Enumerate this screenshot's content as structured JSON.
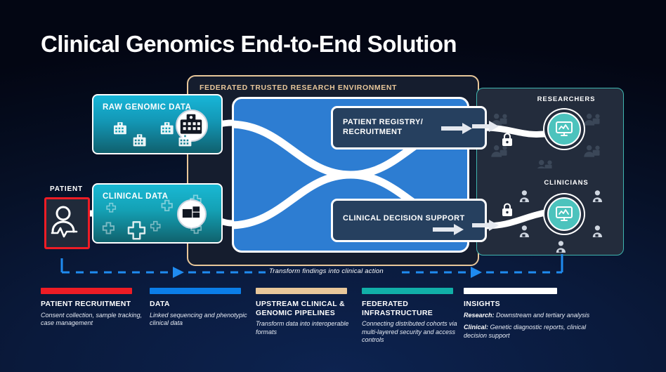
{
  "title": "Clinical Genomics End-to-End Solution",
  "colors": {
    "background": "#0a1a3c",
    "accent_red": "#ee1c25",
    "accent_blue": "#0b7ee8",
    "accent_tan": "#e8c79a",
    "accent_teal": "#11afa8",
    "accent_white": "#ffffff",
    "pipeline_blue": "#2d7dd2",
    "source_teal": "#18b6d8",
    "process_navy": "#26405f"
  },
  "patient": {
    "label": "PATIENT",
    "icon": "patient-heartbeat-icon"
  },
  "sources": [
    {
      "id": "raw-genomic-data",
      "label": "RAW GENOMIC DATA",
      "icon": "hospital-icon",
      "icon_count": 4,
      "node_icon": "hospital-node-icon"
    },
    {
      "id": "clinical-data",
      "label": "CLINICAL DATA",
      "icon": "medical-cross-icon",
      "icon_count": 7,
      "node_icon": "records-node-icon"
    }
  ],
  "tre": {
    "label": "FEDERATED TRUSTED RESEARCH ENVIRONMENT"
  },
  "processes": [
    {
      "id": "patient-registry",
      "label": "PATIENT REGISTRY/\nRECRUITMENT",
      "arrow": "arrow-right-icon"
    },
    {
      "id": "clinical-decision-support",
      "label": "CLINICAL DECISION SUPPORT",
      "arrow": "arrow-right-icon"
    }
  ],
  "audiences": [
    {
      "id": "researchers",
      "label": "RESEARCHERS",
      "hub_icon": "monitor-chart-icon",
      "lock_icon": "lock-icon",
      "figure_icon": "researcher-figure-icon",
      "figure_count": 6
    },
    {
      "id": "clinicians",
      "label": "CLINICIANS",
      "hub_icon": "monitor-chart-icon",
      "lock_icon": "lock-icon",
      "figure_icon": "clinician-figure-icon",
      "figure_count": 5
    }
  ],
  "feedback": {
    "text": "Transform findings into clinical action",
    "arrow_icon": "arrow-left-icon",
    "color": "#1f8bf0"
  },
  "legend": [
    {
      "id": "patient-recruitment",
      "color": "#ee1c25",
      "title": "PATIENT RECRUITMENT",
      "desc": "Consent collection, sample tracking, case management"
    },
    {
      "id": "data",
      "color": "#0b7ee8",
      "title": "DATA",
      "desc": "Linked sequencing and phenotypic clinical data"
    },
    {
      "id": "upstream-pipelines",
      "color": "#e8c79a",
      "title": "UPSTREAM CLINICAL & GENOMIC PIPELINES",
      "desc": "Transform data into interoperable formats"
    },
    {
      "id": "federated-infrastructure",
      "color": "#11afa8",
      "title": "FEDERATED INFRASTRUCTURE",
      "desc": "Connecting distributed cohorts via multi-layered security and access controls"
    },
    {
      "id": "insights",
      "color": "#ffffff",
      "title": "INSIGHTS",
      "desc_research_label": "Research:",
      "desc_research": " Downstream and tertiary analysis",
      "desc_clinical_label": "Clinical:",
      "desc_clinical": " Genetic diagnostic reports, clinical decision support"
    }
  ]
}
